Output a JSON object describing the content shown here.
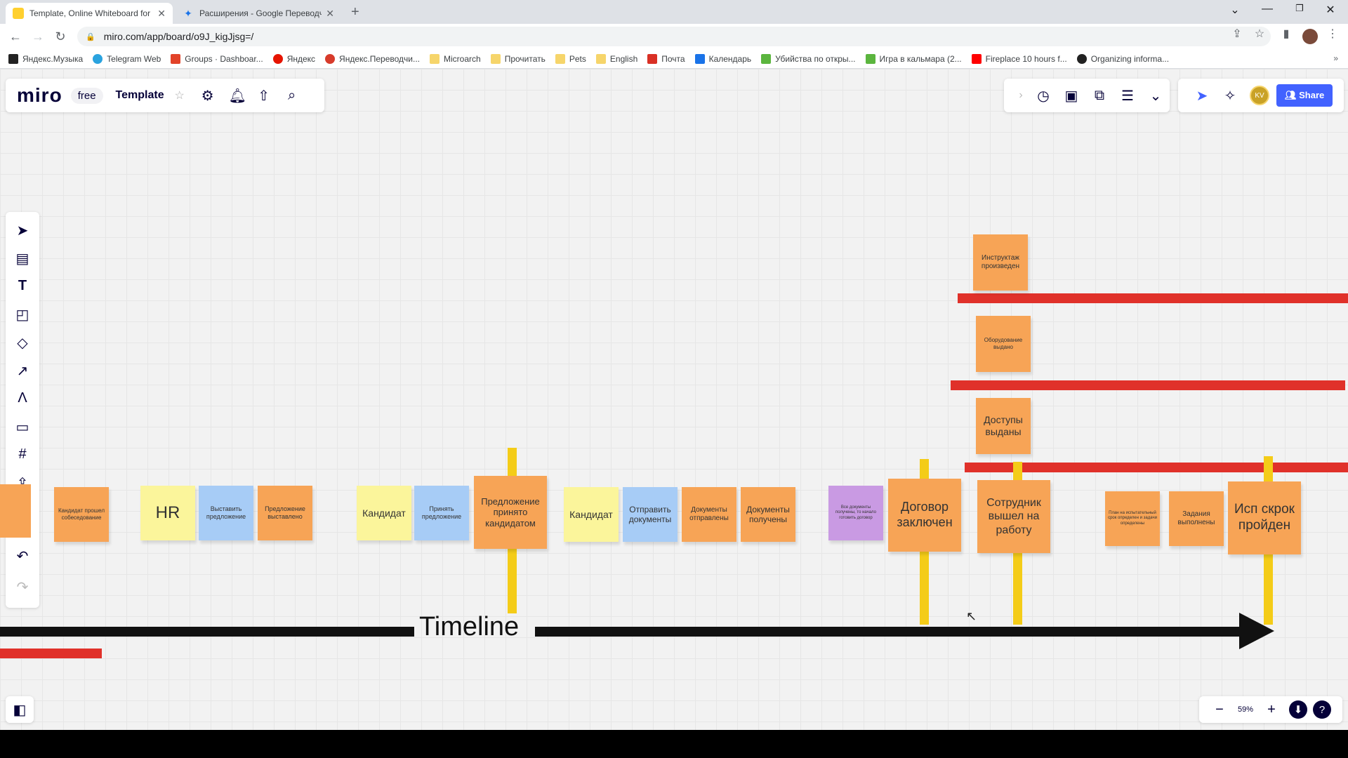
{
  "browser": {
    "tabs": [
      {
        "title": "Template, Online Whiteboard for",
        "active": true
      },
      {
        "title": "Расширения - Google Переводч",
        "active": false
      }
    ],
    "url": "miro.com/app/board/o9J_kigJjsg=/",
    "bookmarks": [
      {
        "label": "Яндекс.Музыка",
        "color": "#222222"
      },
      {
        "label": "Telegram Web",
        "color": "#2aa3df"
      },
      {
        "label": "Groups · Dashboar...",
        "color": "#e24329"
      },
      {
        "label": "Яндекс",
        "color": "#e61400"
      },
      {
        "label": "Яндекс.Переводчи...",
        "color": "#d73b2b"
      },
      {
        "label": "Microarch",
        "color": "#f6d56b"
      },
      {
        "label": "Прочитать",
        "color": "#f6d56b"
      },
      {
        "label": "Pets",
        "color": "#f6d56b"
      },
      {
        "label": "English",
        "color": "#f6d56b"
      },
      {
        "label": "Почта",
        "color": "#d93025"
      },
      {
        "label": "Календарь",
        "color": "#1a73e8"
      },
      {
        "label": "Убийства по откры...",
        "color": "#5bb53e"
      },
      {
        "label": "Игра в кальмара (2...",
        "color": "#5bb53e"
      },
      {
        "label": "Fireplace 10 hours f...",
        "color": "#ff0000"
      },
      {
        "label": "Organizing informa...",
        "color": "#222222"
      }
    ]
  },
  "miro": {
    "logo": "miro",
    "plan": "free",
    "board_name": "Template",
    "share_label": "Share",
    "avatar_initials": "KV",
    "zoom": "59%",
    "accent": "#4262ff"
  },
  "board": {
    "timeline_label": "Timeline",
    "notes": [
      {
        "text": "Кандидат прошел собеседование"
      },
      {
        "text": "HR"
      },
      {
        "text": "Выставить предложение"
      },
      {
        "text": "Предложение выставлено"
      },
      {
        "text": "Кандидат"
      },
      {
        "text": "Принять предложение"
      },
      {
        "text": "Предложение принято кандидатом"
      },
      {
        "text": "Кандидат"
      },
      {
        "text": "Отправить документы"
      },
      {
        "text": "Документы отправлены"
      },
      {
        "text": "Документы получены"
      },
      {
        "text": "Все документы получены, то начало готовить договор"
      },
      {
        "text": "Договор заключен"
      },
      {
        "text": "Сотрудник вышел на работу"
      },
      {
        "text": "План на испытательный срок определен и задачи определены"
      },
      {
        "text": "Задания выполнены"
      },
      {
        "text": "Исп скрок пройден"
      },
      {
        "text": "Инструктаж произведен"
      },
      {
        "text": "Оборудование выдано"
      },
      {
        "text": "Доступы выданы"
      }
    ]
  }
}
